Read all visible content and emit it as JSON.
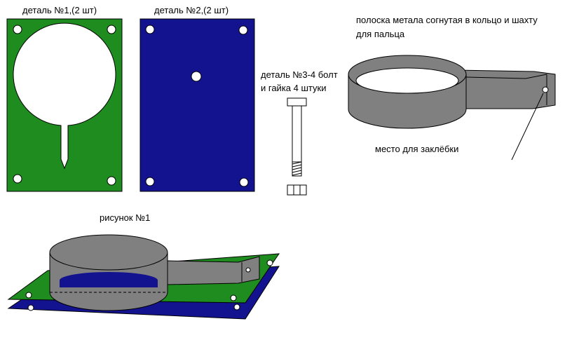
{
  "labels": {
    "part1": "деталь №1,(2 шт)",
    "part2": "деталь №2,(2 шт)",
    "part34_line1": "деталь №3-4 болт",
    "part34_line2": "и гайка 4 штуки",
    "strip_line1": "полоска метала согнутая в кольцо и шахту",
    "strip_line2": "для пальца",
    "rivet": "место для заклёбки",
    "figure": "рисунок №1"
  },
  "colors": {
    "green": "#1e8c1e",
    "blue": "#13138f",
    "gray": "#808080",
    "white": "#ffffff",
    "outline": "#000000"
  }
}
